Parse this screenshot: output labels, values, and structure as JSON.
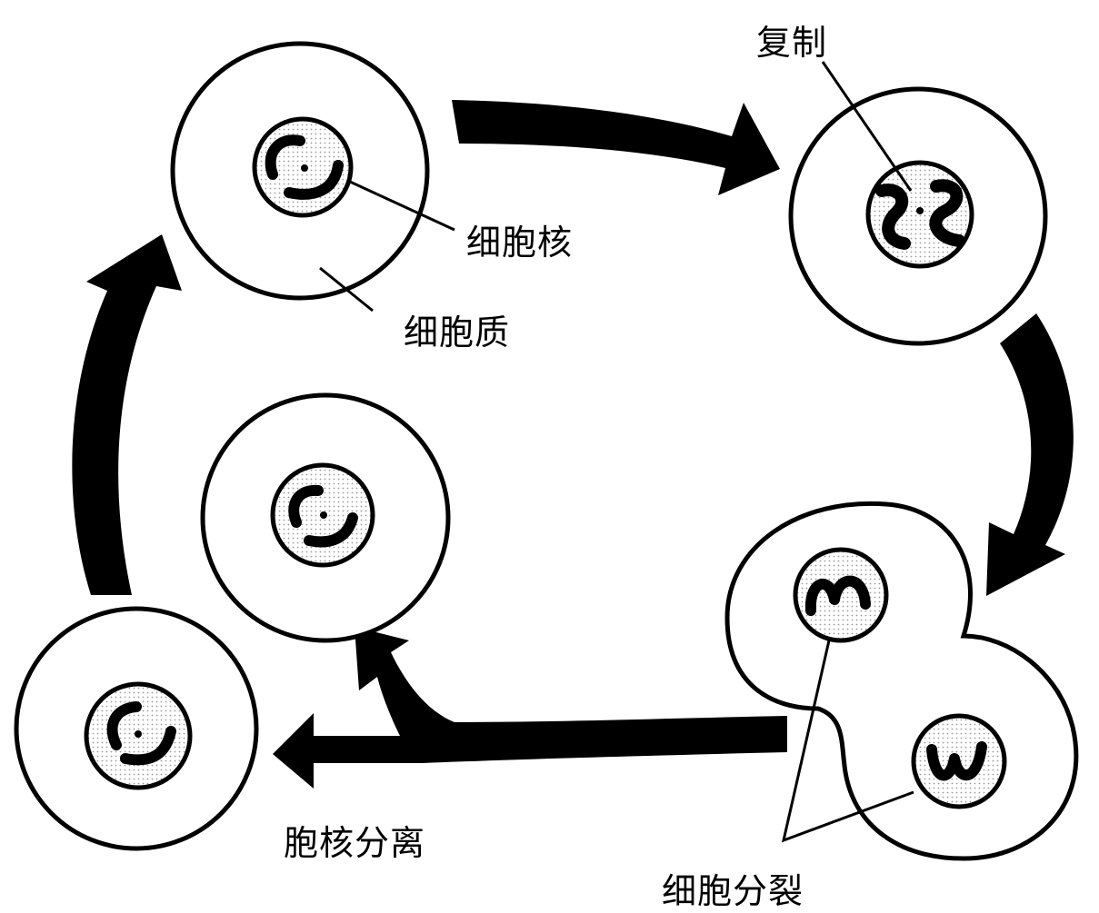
{
  "labels": {
    "replication": "复制",
    "nucleus": "细胞核",
    "cytoplasm": "细胞质",
    "nuclear_separation": "胞核分离",
    "cell_division": "细胞分裂"
  },
  "colors": {
    "ink": "#000000",
    "background": "#ffffff",
    "nucleus_fill": "#e6e6e6"
  }
}
